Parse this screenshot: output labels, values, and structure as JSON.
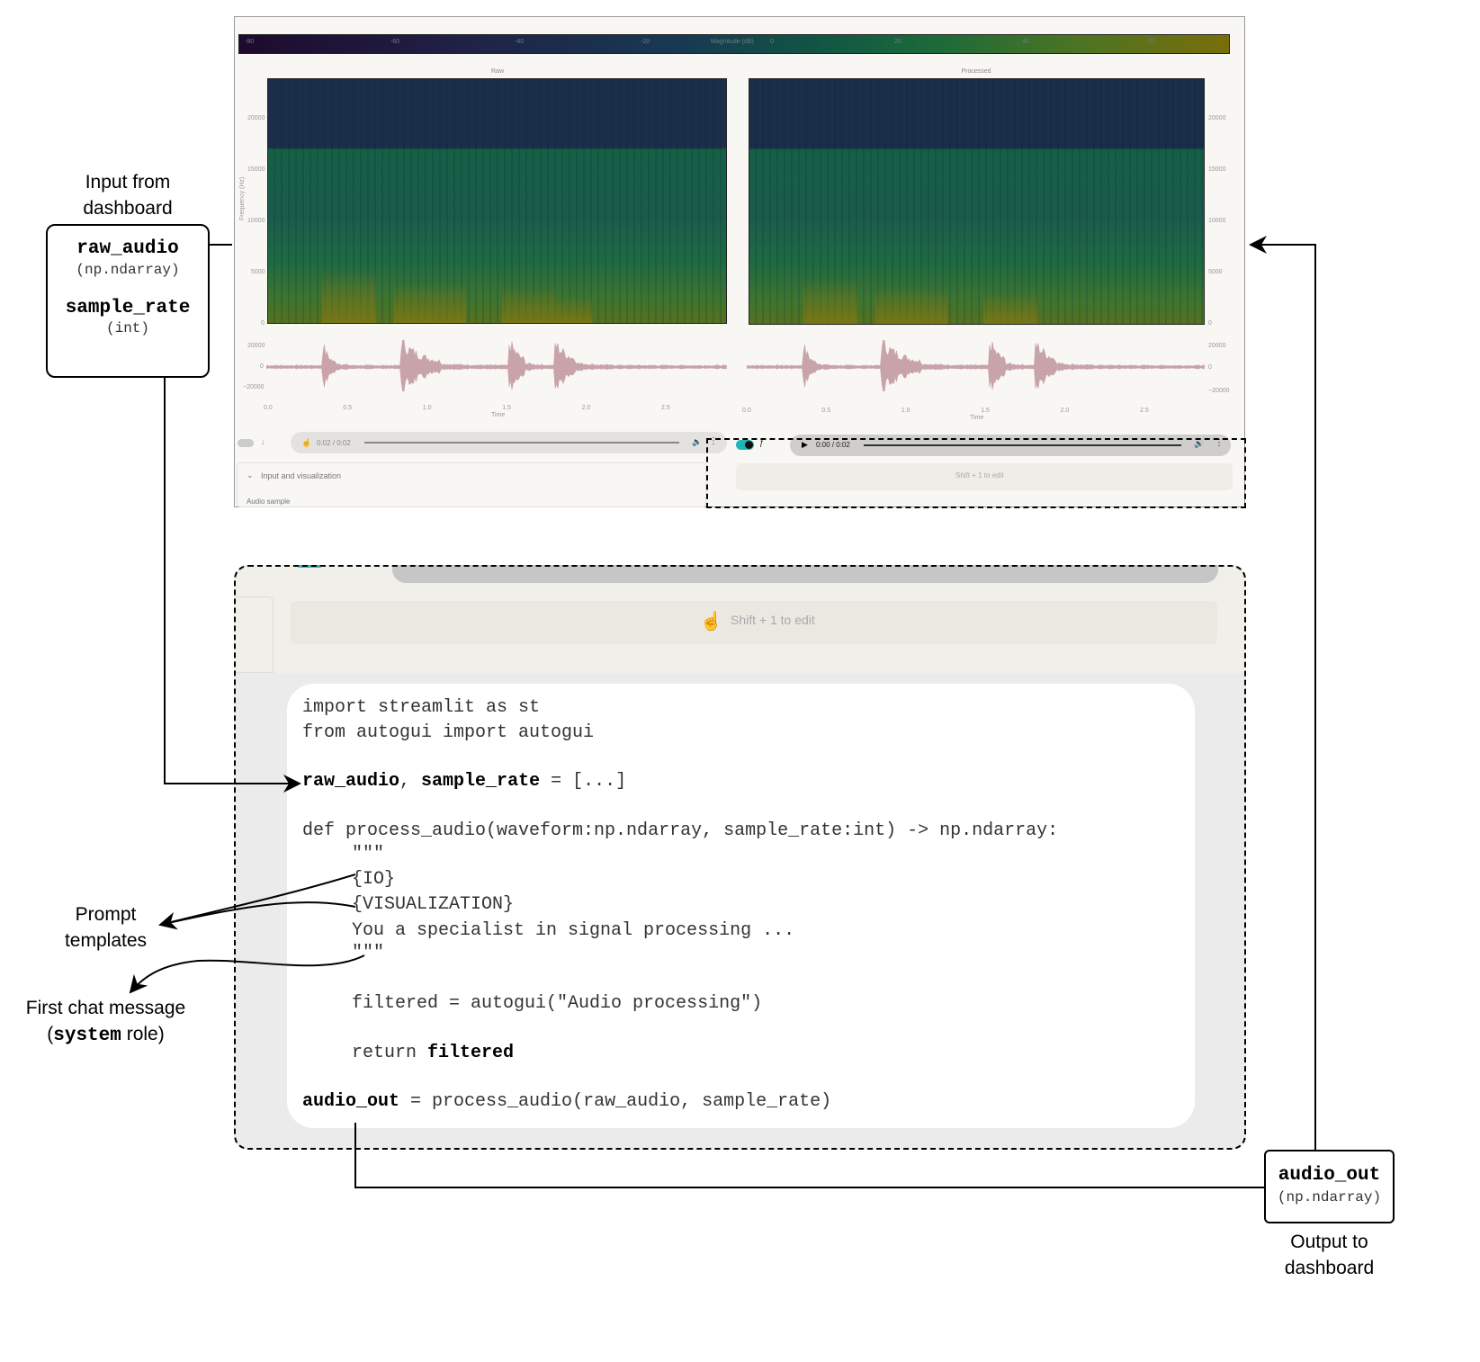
{
  "dashboard": {
    "colorbar": {
      "ticks": [
        "-80",
        "-60",
        "-40",
        "-20",
        "0",
        "20",
        "40",
        "60"
      ],
      "label": "Magnitude (dB)"
    },
    "raw_title": "Raw",
    "processed_title": "Processed",
    "freq_label": "Frequency (Hz)",
    "freq_ticks": [
      "20000",
      "15000",
      "10000",
      "5000",
      "0"
    ],
    "amp_ticks": [
      "20000",
      "0",
      "−20000"
    ],
    "time_ticks": [
      "0.0",
      "0.5",
      "1.0",
      "1.5",
      "2.0",
      "2.5"
    ],
    "time_label": "Time",
    "raw_player_time": "0:02 / 0:02",
    "processed_player_time": "0:00 / 0:02",
    "expander_label": "Input and visualization",
    "audio_sample_label": "Audio sample",
    "edit_hint": "Shift + 1 to edit",
    "colors": {
      "waveform": "#c9a3aa",
      "toggle_on": "#1fb5b5"
    }
  },
  "zoom_panel": {
    "edit_hint": "Shift + 1 to edit"
  },
  "code": {
    "line1": "import streamlit as st",
    "line2": "from autogui import autogui",
    "line3a": "raw_audio",
    "line3b": ", ",
    "line3c": "sample_rate",
    "line3d": " = [...]",
    "line4": "def process_audio(waveform:np.ndarray, sample_rate:int) -> np.ndarray:",
    "line5": "\"\"\"",
    "line6": "{IO}",
    "line7": "{VISUALIZATION}",
    "line8": "You a specialist in signal processing ...",
    "line9": "\"\"\"",
    "line10": "filtered = autogui(\"Audio processing\")",
    "line11a": "return ",
    "line11b": "filtered",
    "line12a": "audio_out",
    "line12b": " = process_audio(raw_audio, sample_rate)"
  },
  "annotations": {
    "input_label": "Input from\ndashboard",
    "input_var1": "raw_audio",
    "input_type1": "(np.ndarray)",
    "input_var2": "sample_rate",
    "input_type2": "(int)",
    "prompt_label": "Prompt\ntemplates",
    "first_msg_label1": "First chat message",
    "first_msg_label2a": "(",
    "first_msg_label2b": "system",
    "first_msg_label2c": " role)",
    "output_var": "audio_out",
    "output_type": "(np.ndarray)",
    "output_label": "Output to\ndashboard"
  }
}
